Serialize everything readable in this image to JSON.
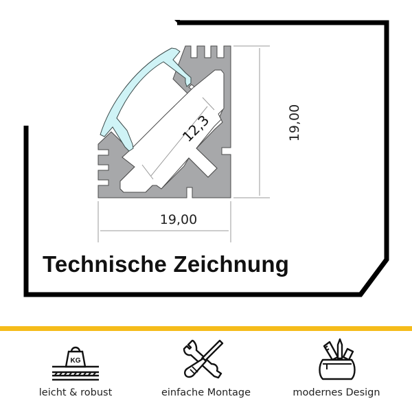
{
  "drawing": {
    "title": "Technische Zeichnung",
    "dimensions": {
      "width": "19,00",
      "height": "19,00",
      "diagonal": "12,3"
    },
    "colors": {
      "frame": "#000000",
      "profile": "#A7A8AA",
      "profile_outline": "#4A4A4A",
      "diffuser": "#CFF3F6",
      "dimension_line": "#9A9A9A"
    }
  },
  "accent_color": "#F5BC1A",
  "features": [
    {
      "icon": "weight-kg-icon",
      "label": "leicht & robust"
    },
    {
      "icon": "wrench-screwdriver-icon",
      "label": "einfache Montage"
    },
    {
      "icon": "pencil-case-icon",
      "label": "modernes Design"
    }
  ]
}
